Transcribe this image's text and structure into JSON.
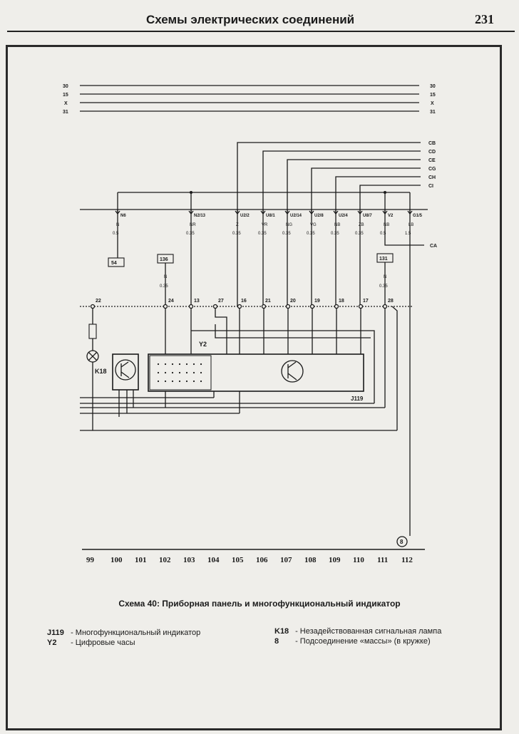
{
  "header": {
    "title": "Схемы электрических соединений",
    "page_number": "231"
  },
  "diagram": {
    "top_buses": [
      "30",
      "15",
      "X",
      "31"
    ],
    "right_signals": [
      "CB",
      "CD",
      "CE",
      "CG",
      "CH",
      "CI"
    ],
    "ca_label": "CA",
    "connectors": [
      "N6",
      "N2/13",
      "U2/2",
      "U8/1",
      "U2/14",
      "U2/8",
      "U2/4",
      "U8/7",
      "V2",
      "G1/5"
    ],
    "wire_colors": [
      "N",
      "NR",
      "Z",
      "VR",
      "NG",
      "VG",
      "NB",
      "ZB",
      "NB",
      "LB"
    ],
    "wire_sizes": [
      "0.5",
      "0.35",
      "0.35",
      "0.35",
      "0.35",
      "0.35",
      "0.35",
      "0.35",
      "0.5",
      "1.5"
    ],
    "ref_boxes": [
      "54",
      "136",
      "131"
    ],
    "ref_wires": [
      {
        "color": "N",
        "size": "0.35"
      },
      {
        "color": "N",
        "size": "0.35"
      }
    ],
    "pins": [
      "22",
      "24",
      "13",
      "27",
      "16",
      "21",
      "20",
      "19",
      "18",
      "17",
      "28"
    ],
    "labels": {
      "y2": "Y2",
      "k18": "K18",
      "j119": "J119"
    },
    "ground_marker": "8",
    "cells": [
      "99",
      "100",
      "101",
      "102",
      "103",
      "104",
      "105",
      "106",
      "107",
      "108",
      "109",
      "110",
      "111",
      "112"
    ]
  },
  "caption": "Схема 40: Приборная панель и многофункциональный индикатор",
  "legend": {
    "left": [
      {
        "code": "J119",
        "text": "- Многофункциональный индикатор"
      },
      {
        "code": "Y2",
        "text": "- Цифровые часы"
      }
    ],
    "right": [
      {
        "code": "K18",
        "text": "- Незадействованная сигнальная лампа"
      },
      {
        "code": "8",
        "text": "- Подсоединение «массы» (в кружке)"
      }
    ]
  }
}
